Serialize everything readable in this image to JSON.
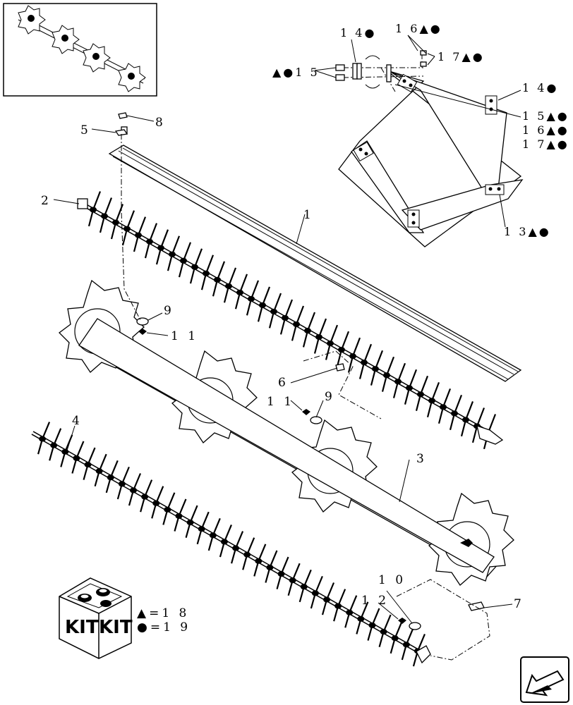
{
  "callouts": [
    {
      "id": "c1",
      "text": "1"
    },
    {
      "id": "c2",
      "text": "2"
    },
    {
      "id": "c3",
      "text": "3"
    },
    {
      "id": "c4",
      "text": "4"
    },
    {
      "id": "c5",
      "text": "5"
    },
    {
      "id": "c6",
      "text": "6"
    },
    {
      "id": "c7",
      "text": "7"
    },
    {
      "id": "c8",
      "text": "8"
    },
    {
      "id": "c9a",
      "text": "9"
    },
    {
      "id": "c9b",
      "text": "9"
    },
    {
      "id": "c10",
      "text": "1 0"
    },
    {
      "id": "c11a",
      "text": "1 1"
    },
    {
      "id": "c11b",
      "text": "1 1"
    },
    {
      "id": "c12",
      "text": "1 2"
    }
  ],
  "detail_callouts": {
    "top_14": "1 4●",
    "top_16": "1 6▲●",
    "top_17": "1 7▲●",
    "left_15": "▲●1 5",
    "right_14": "1 4●",
    "right_15": "1 5▲●",
    "right_16": "1 6▲●",
    "right_17": "1 7▲●",
    "bottom_13": "1 3▲●"
  },
  "kit": {
    "box_label_left": "KIT",
    "box_label_right": "KIT",
    "legend_triangle": "▲=1 8",
    "legend_circle": "●=1 9"
  },
  "icons": {
    "thumbnail": "assembly-thumbnail-icon",
    "kit": "kit-box-icon",
    "nav": "previous-page-arrow-icon"
  }
}
